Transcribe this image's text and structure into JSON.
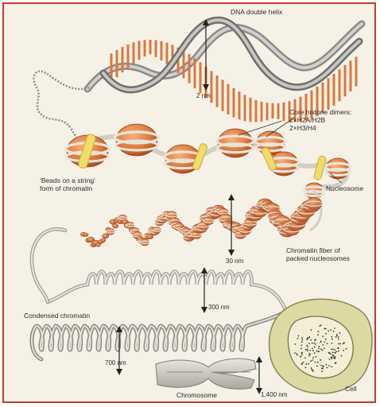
{
  "labels": {
    "dna_double_helix": "DNA double helix",
    "two_nm": "2 nm",
    "core_histone_dimers": "Core histone dimers:\n2×H2A/H2B\n2×H3/H4",
    "beads_on_a_string": "‘Beads on a string’\nform of chromatin",
    "nucleosome": "Nucleosome",
    "thirty_nm": "30 nm",
    "chromatin_fiber": "Chromatin fiber of\npacked nucleosomes",
    "condensed_chromatin": "Condensed chromatin",
    "three_hundred_nm": "300 nm",
    "seven_hundred_nm": "700 nm",
    "chromosome": "Chromosome",
    "fourteen_hundred_nm": "1,400 nm",
    "cell": "Cell"
  },
  "colors": {
    "frame_border": "#c8382c",
    "background": "#f6f1e7",
    "dna_backbone": "#7a7a7a",
    "base_pairs": "#d9783a",
    "histone_core": "#e07a3e",
    "dna_wrap": "#d9d4c8",
    "linker_histone": "#f1dc6a",
    "cell_cytoplasm": "#dcd9a2",
    "cell_nucleus": "#f3efd6"
  }
}
